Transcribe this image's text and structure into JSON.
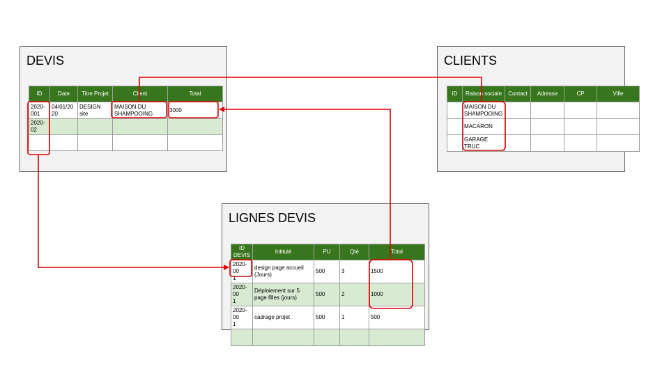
{
  "devis": {
    "title": "DEVIS",
    "columns": [
      "ID",
      "Date",
      "Titre Projet",
      "Client",
      "Total"
    ],
    "rows": [
      [
        "2020-\n001",
        "04/01/20\n20",
        "DESIGN\nsite",
        "MAISON DU\nSHAMPOOING",
        "3000"
      ],
      [
        "2020-\n02",
        "",
        "",
        "",
        ""
      ],
      [
        "",
        "",
        "",
        "",
        ""
      ]
    ]
  },
  "clients": {
    "title": "CLIENTS",
    "columns": [
      "ID",
      "Raison sociale",
      "Contact",
      "Adresse",
      "CP",
      "Ville"
    ],
    "rows": [
      [
        "",
        "MAISON DU\nSHAMPOOING",
        "",
        "",
        "",
        ""
      ],
      [
        "",
        "MACARON",
        "",
        "",
        "",
        ""
      ],
      [
        "",
        "GARAGE\nTRUC",
        "",
        "",
        "",
        ""
      ]
    ]
  },
  "lignes": {
    "title": "LIGNES DEVIS",
    "columns": [
      "ID\nDEVIS",
      "Intitulé",
      "PU",
      "Qté",
      "Total"
    ],
    "rows": [
      [
        "2020-00\n1",
        "design page accueil\n(Jours)",
        "500",
        "3",
        "1500"
      ],
      [
        "2020-00\n1",
        "Déploiement sur 5\npage filles (jours)",
        "500",
        "2",
        "1000"
      ],
      [
        "2020-00\n1",
        "cadrage projet",
        "500",
        "1",
        "500"
      ],
      [
        "",
        "",
        "",
        "",
        ""
      ]
    ]
  },
  "colors": {
    "header_green": "#38761d",
    "alt_row": "#d9ead3",
    "panel_bg": "#f3f3f3",
    "link_red": "#e00000"
  }
}
